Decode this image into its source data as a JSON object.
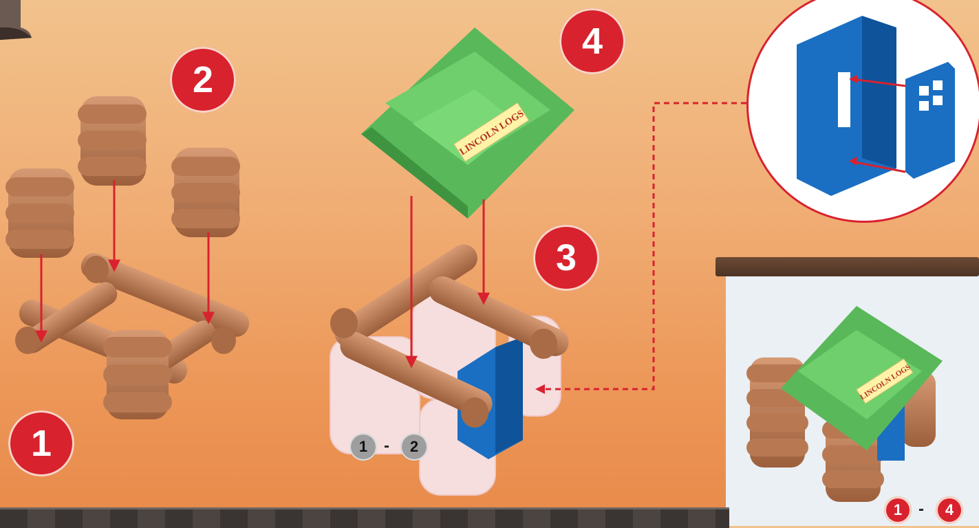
{
  "steps": {
    "step1": "1",
    "step2": "2",
    "step3": "3",
    "step4": "4"
  },
  "ranges": {
    "progress_mid": {
      "from": "1",
      "sep": "-",
      "to": "2"
    },
    "progress_final": {
      "from": "1",
      "sep": "-",
      "to": "4"
    }
  },
  "sign_text": "LINCOLN LOGS",
  "colors": {
    "accent_red": "#d8222e",
    "log_brown": "#b87952",
    "roof_green": "#59b85a",
    "door_blue": "#1a6fc2",
    "ghost_logs": "#f6dede"
  }
}
